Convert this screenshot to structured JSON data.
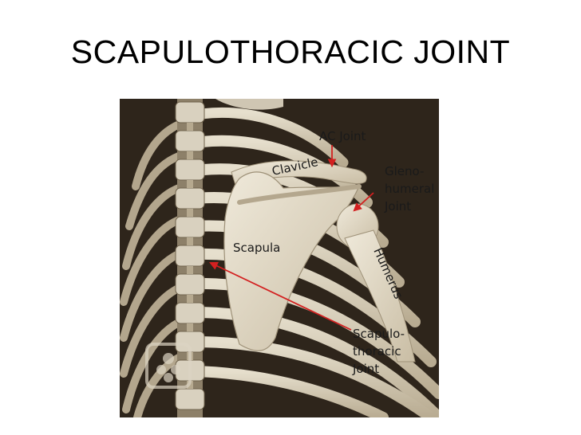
{
  "slide": {
    "title": "SCAPULOTHORACIC JOINT"
  },
  "diagram": {
    "labels": {
      "ac_joint": "AC Joint",
      "clavicle": "Clavicle",
      "gleno_line1": "Gleno-",
      "gleno_line2": "humeral",
      "gleno_line3": "Joint",
      "scapula": "Scapula",
      "humerus": "Humerus",
      "st_line1": "Scapulo-",
      "st_line2": "thoracic",
      "st_line3": "Joint"
    },
    "colors": {
      "arrow": "#d32020",
      "bone": "#e3dccb",
      "bone_shadow": "#b9ad95",
      "background": "#3a2f22"
    },
    "watermark_icon": "skeleton-logo-icon"
  }
}
